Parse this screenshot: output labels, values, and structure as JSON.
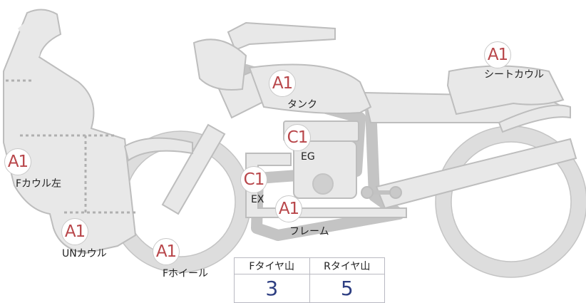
{
  "colors": {
    "part_fill": "#e8e8e8",
    "part_stroke": "#bdbdbd",
    "dashed_line": "#b0b0b0",
    "grade_text": "#b8464a",
    "value_text": "#2e3f82"
  },
  "parts": {
    "tank": {
      "grade": "A1",
      "label": "タンク"
    },
    "seat_cowl": {
      "grade": "A1",
      "label": "シートカウル"
    },
    "f_cowl_left": {
      "grade": "A1",
      "label": "Fカウル左"
    },
    "engine": {
      "grade": "C1",
      "label": "EG"
    },
    "exhaust": {
      "grade": "C1",
      "label": "EX"
    },
    "frame": {
      "grade": "A1",
      "label": "フレーム"
    },
    "under_cowl": {
      "grade": "A1",
      "label": "UNカウル"
    },
    "f_wheel": {
      "grade": "A1",
      "label": "Fホイール"
    }
  },
  "tire_tread": {
    "front_header": "Fタイヤ山",
    "rear_header": "Rタイヤ山",
    "front_value": "3",
    "rear_value": "5"
  }
}
